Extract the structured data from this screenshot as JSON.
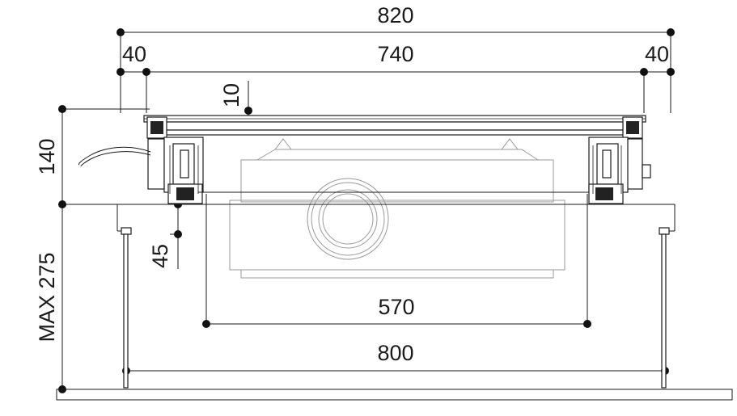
{
  "dimensions": {
    "overall_width": "820",
    "left_offset": "40",
    "inner_width": "740",
    "right_offset": "40",
    "top_gap": "10",
    "frame_height": "140",
    "drop_offset": "45",
    "max_drop": "MAX 275",
    "projector_width": "570",
    "rod_spacing": "800"
  }
}
